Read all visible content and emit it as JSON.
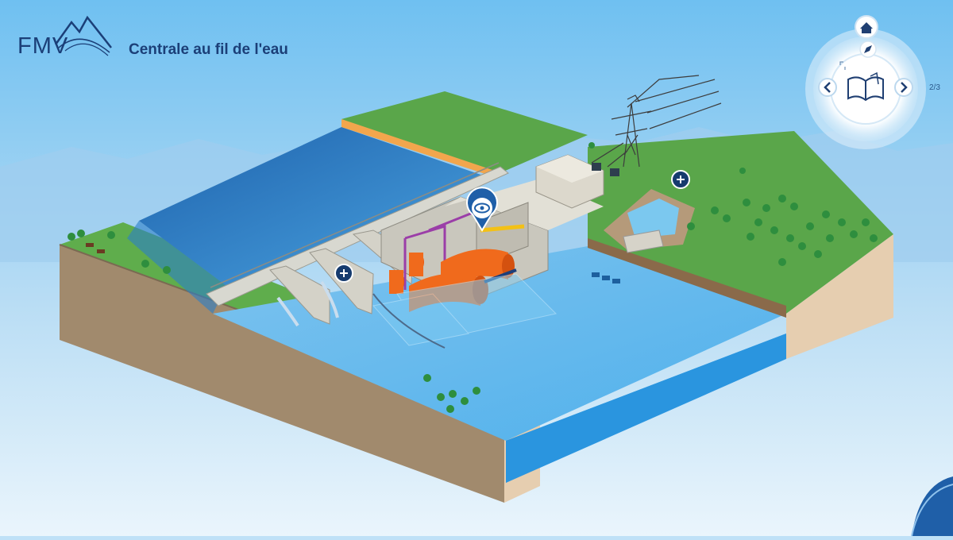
{
  "header": {
    "logo_text": "FMV",
    "title": "Centrale au fil de l'eau"
  },
  "navigation": {
    "page_indicator": "2/3",
    "home_icon": "home-icon",
    "compass_icon": "compass-icon",
    "prev_icon": "chevron-left-icon",
    "next_icon": "chevron-right-icon",
    "book_icon": "open-book-icon",
    "expand_icon": "expand-icon"
  },
  "hotspots": [
    {
      "icon": "eye-icon"
    },
    {
      "icon": "plus-icon"
    },
    {
      "icon": "plus-icon"
    }
  ],
  "colors": {
    "brand_blue": "#1b3f78",
    "water": "#2a9ee6",
    "grass": "#5caa4b",
    "earth": "#a28a6c",
    "turbine": "#f06a1c"
  }
}
